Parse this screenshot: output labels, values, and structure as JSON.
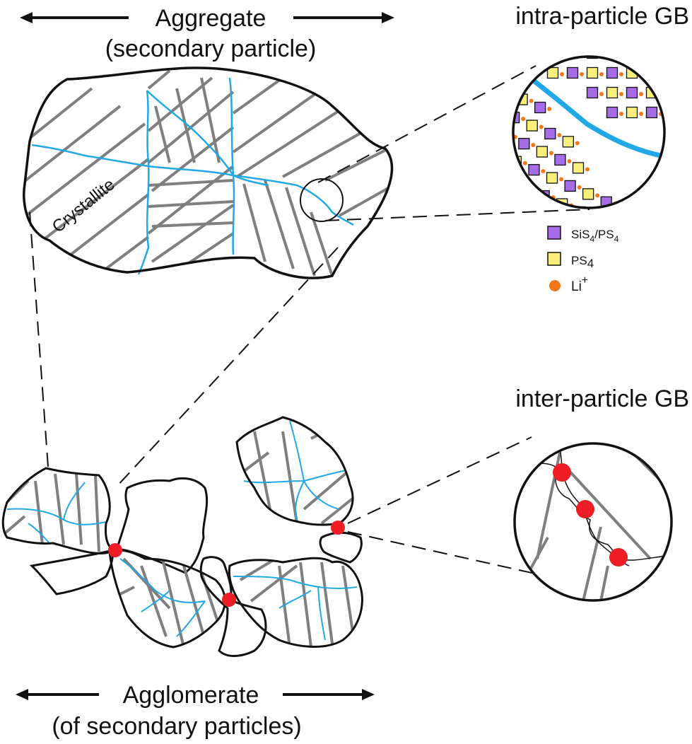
{
  "top_title": {
    "line1": "Aggregate",
    "line2": "(secondary particle)"
  },
  "bottom_title": {
    "line1": "Agglomerate",
    "line2": "(of secondary particles)"
  },
  "crystallite_label": "Crystallite",
  "intra_title": "intra-particle GB",
  "inter_title": "inter-particle GB",
  "legend": [
    {
      "id": "sis4",
      "symbol": "square",
      "color": "#a66ce8",
      "main": "SiS",
      "sub1": "4",
      "mid": "/PS",
      "sub2": "4"
    },
    {
      "id": "ps4",
      "symbol": "square",
      "color": "#f8f07a",
      "main": "PS",
      "sub1": "4",
      "mid": "",
      "sub2": ""
    },
    {
      "id": "li",
      "symbol": "circle",
      "color": "#f07818",
      "main": "Li",
      "sup": "+"
    }
  ],
  "colors": {
    "outline": "#111111",
    "stripe": "#7f7f7f",
    "grain_boundary": "#22a8e6",
    "contact_point": "#ee1c25"
  }
}
